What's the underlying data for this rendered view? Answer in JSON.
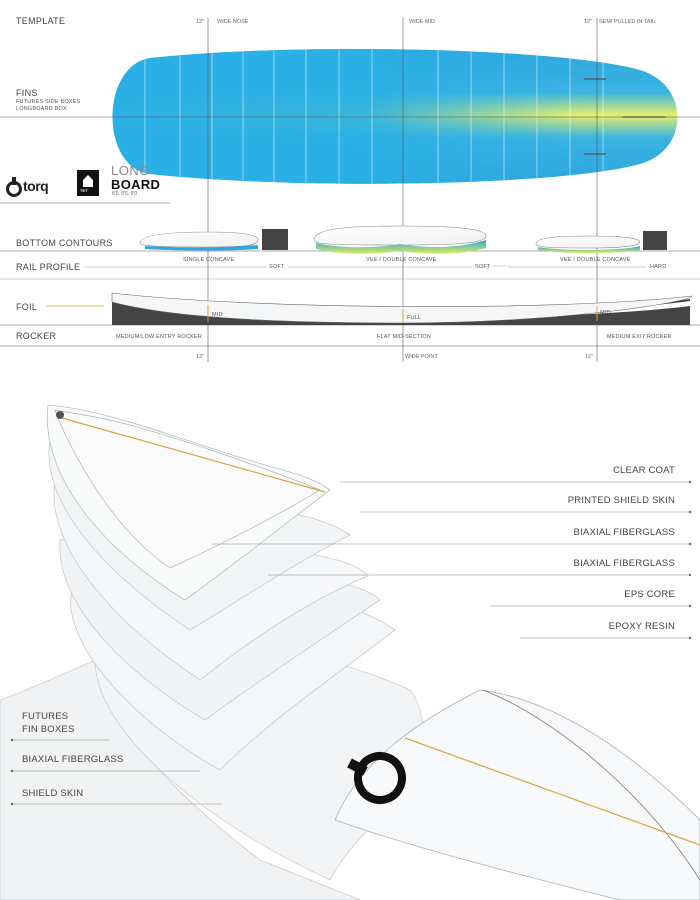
{
  "template": {
    "title": "TEMPLATE",
    "nose_mark": "12\"",
    "nose_label": "WIDE NOSE",
    "mid_label": "WIDE MID",
    "tail_mark": "12\"",
    "tail_label": "SEMI PULLED IN TAIL"
  },
  "fins": {
    "title": "FINS",
    "line1": "FUTURES SIDE BOXES",
    "line2": "LONGBOARD BOX"
  },
  "brand": {
    "logo": "torq",
    "tech_mark": "TET",
    "model_line1": "LONG",
    "model_line2": "BOARD",
    "sizes": "8'0, 8'6, 9'0"
  },
  "bottom_contours": {
    "title": "BOTTOM  CONTOURS",
    "nose": "SINGLE CONCAVE",
    "mid": "VEE / DOUBLE CONCAVE",
    "tail": "VEE / DOUBLE CONCAVE"
  },
  "rail_profile": {
    "title": "RAIL PROFILE",
    "soft1": "SOFT",
    "soft2": "SOFT",
    "hard": "HARD"
  },
  "foil": {
    "title": "FOIL",
    "nose": "MID",
    "mid": "FULL",
    "tail": "MID"
  },
  "rocker": {
    "title": "ROCKER",
    "nose": "MEDIUM/LOW ENTRY ROCKER",
    "mid": "FLAT MID-SECTION",
    "tail": "MEDIUM EXIT ROCKER",
    "tick_left": "12\"",
    "tick_mid": "WIDE POINT",
    "tick_right": "12\""
  },
  "layers": {
    "right": [
      "CLEAR COAT",
      "PRINTED SHIELD SKIN",
      "BIAXIAL FIBERGLASS",
      "BIAXIAL FIBERGLASS",
      "EPS CORE",
      "EPOXY RESIN"
    ],
    "left_fin_line1": "FUTURES",
    "left_fin_line2": "FIN BOXES",
    "left_biaxial": "BIAXIAL FIBERGLASS",
    "left_shield": "SHIELD SKIN"
  },
  "colors": {
    "board_blue": "#2aa7e0",
    "board_yellow": "#e6ef6a",
    "stringer": "#d9a441",
    "dark": "#444444"
  }
}
